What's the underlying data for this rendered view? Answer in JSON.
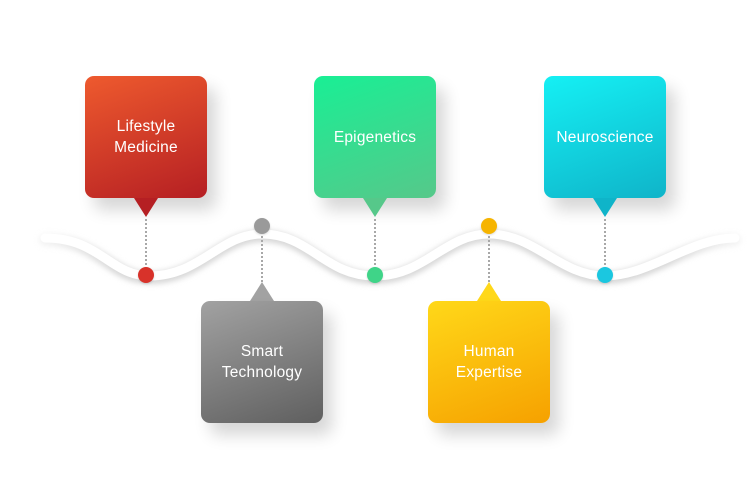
{
  "diagram": {
    "steps": [
      {
        "lines": [
          "Lifestyle",
          "Medicine"
        ],
        "color_top": "#ee5a2e",
        "color_bottom": "#b51f23",
        "marker": "#d8322a"
      },
      {
        "lines": [
          "Smart",
          "Technology"
        ],
        "color_top": "#a2a2a2",
        "color_bottom": "#5f5f5f",
        "marker": "#9a9a9a"
      },
      {
        "lines": [
          "Epigenetics"
        ],
        "color_top": "#19ef95",
        "color_bottom": "#56c88a",
        "marker": "#3fd488"
      },
      {
        "lines": [
          "Human",
          "Expertise"
        ],
        "color_top": "#ffd819",
        "color_bottom": "#f6a100",
        "marker": "#f6b400"
      },
      {
        "lines": [
          "Neuroscience"
        ],
        "color_top": "#15f0f4",
        "color_bottom": "#0fb4c9",
        "marker": "#1bc7e0"
      }
    ]
  }
}
